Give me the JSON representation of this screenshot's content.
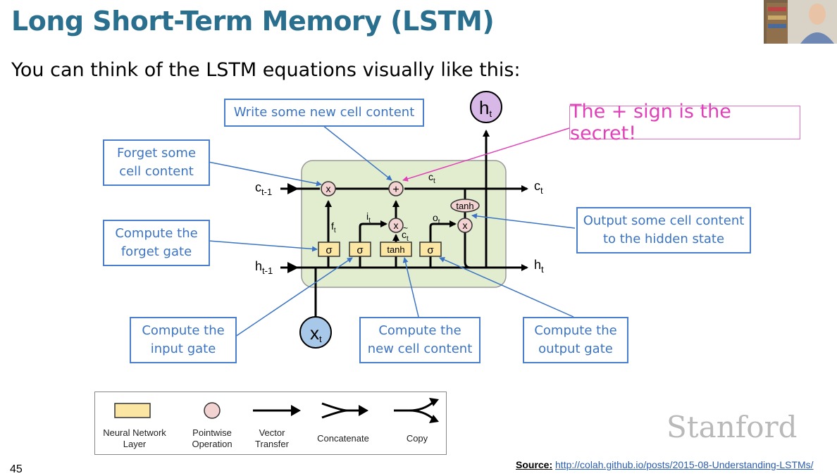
{
  "slide": {
    "title": "Long Short-Term Memory (LSTM)",
    "subtitle": "You can think of the LSTM equations visually like this:",
    "slide_number": "45",
    "watermark": "Stanford",
    "source_label": "Source:",
    "source_url": "http://colah.github.io/posts/2015-08-Understanding-LSTMs/"
  },
  "callouts": {
    "write": "Write some new cell content",
    "forget_line1": "Forget some",
    "forget_line2": "cell content",
    "forget_gate_line1": "Compute the",
    "forget_gate_line2": "forget gate",
    "input_gate_line1": "Compute the",
    "input_gate_line2": "input gate",
    "new_cell_line1": "Compute the",
    "new_cell_line2": "new cell content",
    "output_gate_line1": "Compute the",
    "output_gate_line2": "output gate",
    "output_cell_line1": "Output some cell content",
    "output_cell_line2": "to the hidden state",
    "secret": "The + sign is the secret!"
  },
  "diagram": {
    "c_prev": "c",
    "c_prev_sub": "t-1",
    "h_prev": "h",
    "h_prev_sub": "t-1",
    "c_out": "c",
    "c_out_sub": "t",
    "h_out": "h",
    "h_out_sub": "t",
    "c_mid": "c",
    "c_mid_sub": "t",
    "x_in": "x",
    "x_in_sub": "t",
    "h_top": "h",
    "h_top_sub": "t",
    "f_label": "f",
    "f_sub": "t",
    "i_label": "i",
    "i_sub": "t",
    "o_label": "o",
    "o_sub": "t",
    "ctilde_label": "c",
    "ctilde_sub": "t",
    "tilde": "~",
    "sigma": "σ",
    "tanh": "tanh",
    "times": "x",
    "plus": "+"
  },
  "legend": {
    "items": [
      {
        "line1": "Neural Network",
        "line2": "Layer"
      },
      {
        "line1": "Pointwise",
        "line2": "Operation"
      },
      {
        "line1": "Vector",
        "line2": "Transfer"
      },
      {
        "line1": "Concatenate",
        "line2": ""
      },
      {
        "line1": "Copy",
        "line2": ""
      }
    ]
  },
  "colors": {
    "title": "#2b6f8f",
    "callout": "#3b74c4",
    "secret": "#e040b8",
    "cell_bg": "#e2edd0",
    "layer_box": "#fbe7a3",
    "pointwise": "#f3d2d2",
    "h_node": "#d8b8e6",
    "x_node": "#a8c8ea"
  }
}
